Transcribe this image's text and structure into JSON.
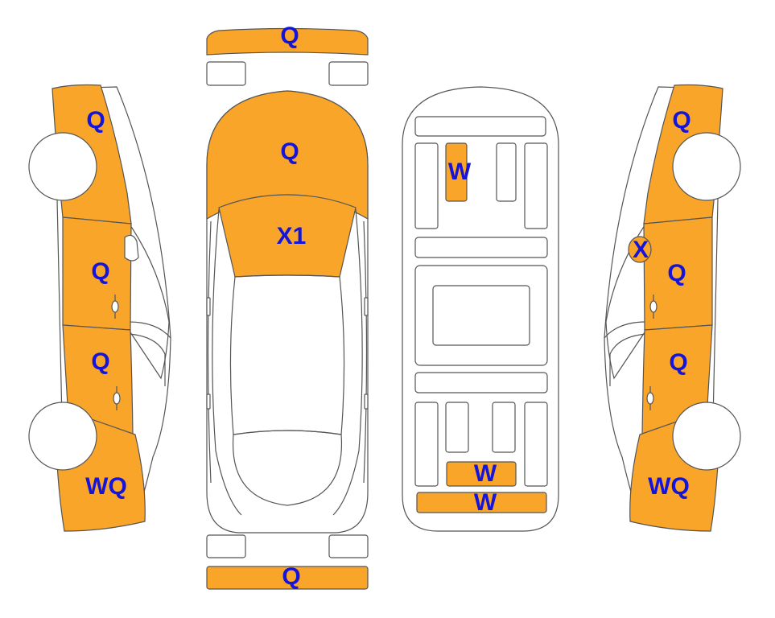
{
  "colors": {
    "damage": "#F8A52A",
    "label": "#1515D9",
    "outline": "#555555"
  },
  "panels": {
    "front_bumper": "Q",
    "hood": "Q",
    "windshield": "X1",
    "rear_bumper": "Q",
    "floor_front": "W",
    "floor_rear_1": "W",
    "floor_rear_2": "W",
    "left_front_fender": "Q",
    "left_front_door": "Q",
    "left_rear_door": "Q",
    "left_quarter": "WQ",
    "right_front_fender": "Q",
    "right_mirror": "X",
    "right_front_door": "Q",
    "right_rear_door": "Q",
    "right_quarter": "WQ"
  }
}
